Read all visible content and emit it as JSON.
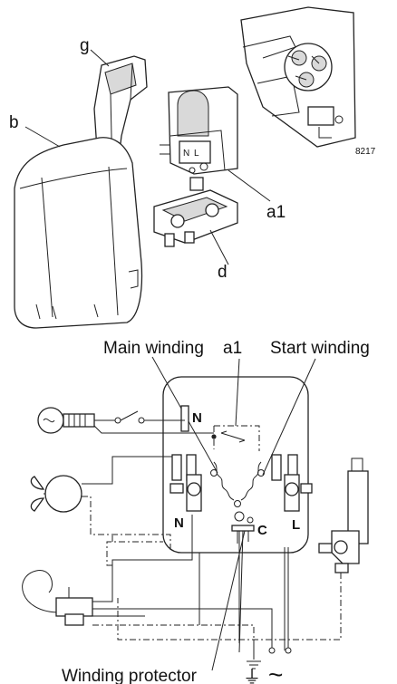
{
  "exploded_view": {
    "labels": {
      "g": "g",
      "b": "b",
      "a1": "a1",
      "d": "d",
      "code": "8217"
    }
  },
  "wiring_diagram": {
    "main_winding": "Main winding",
    "a1": "a1",
    "start_winding": "Start winding",
    "terminal_n_top": "N",
    "terminal_n_bottom": "N",
    "terminal_c": "C",
    "terminal_l": "L",
    "winding_protector": "Winding protector",
    "ground_symbol": "⏚",
    "ac_symbol": "~"
  }
}
